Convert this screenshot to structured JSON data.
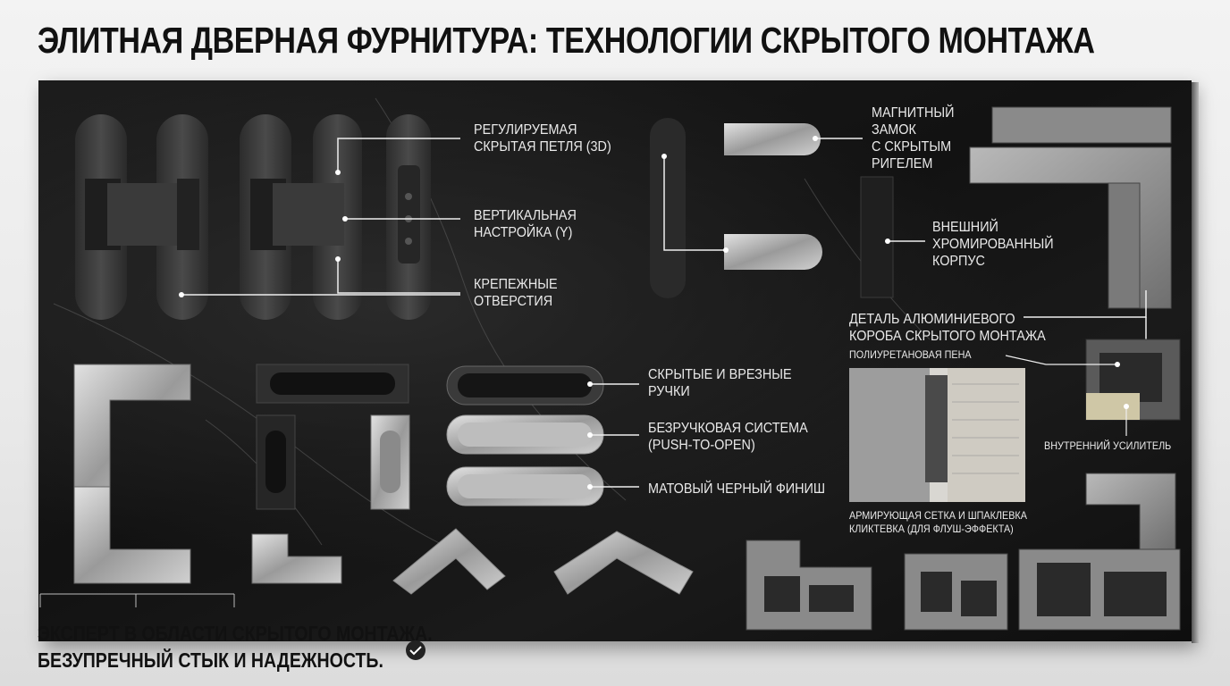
{
  "title": "ЭЛИТНАЯ ДВЕРНАЯ ФУРНИТУРА: ТЕХНОЛОГИИ СКРЫТОГО МОНТАЖА",
  "labels": {
    "hinge": [
      "РЕГУЛИРУЕМАЯ",
      "СКРЫТАЯ ПЕТЛЯ (3D)"
    ],
    "vertical": [
      "ВЕРТИКАЛЬНАЯ",
      "НАСТРОЙКА (Y)"
    ],
    "mounting": [
      "КРЕПЕЖНЫЕ",
      "ОТВЕРСТИЯ"
    ],
    "magnetic": [
      "МАГНИТНЫЙ",
      "ЗАМОК",
      "С СКРЫТЫМ",
      "РИГЕЛЕМ"
    ],
    "chrome": [
      "ВНЕШНИЙ",
      "ХРОМИРОВАННЫЙ",
      "КОРПУС"
    ],
    "aluminum": [
      "ДЕТАЛЬ АЛЮМИНИЕВОГО",
      "КОРОБА СКРЫТОГО МОНТАЖА"
    ],
    "foam": "ПОЛИУРЕТАНОВАЯ ПЕНА",
    "reinforcer": "ВНУТРЕННИЙ УСИЛИТЕЛЬ",
    "mesh": [
      "АРМИРУЮЩАЯ СЕТКА И ШПАКЛЕВКА",
      "КЛИКТЕВКА (ДЛЯ ФЛУШ-ЭФФЕКТА)"
    ],
    "handles": [
      "СКРЫТЫЕ И ВРЕЗНЫЕ",
      "РУЧКИ"
    ],
    "pushopen": [
      "БЕЗРУЧКОВАЯ СИСТЕМА",
      "(PUSH-TO-OPEN)"
    ],
    "matte": "МАТОВЫЙ ЧЕРНЫЙ ФИНИШ"
  },
  "bottom": [
    "ЭКСПЕРТ В ОБЛАСТИ СКРЫТОГО МОНТАЖА.",
    "БЕЗУПРЕЧНЫЙ СТЫК И НАДЕЖНОСТЬ."
  ],
  "icons": {
    "badge": "certified-badge-icon"
  },
  "colors": {
    "board": "#151515",
    "text_light": "#eaeaea",
    "title": "#111111"
  }
}
